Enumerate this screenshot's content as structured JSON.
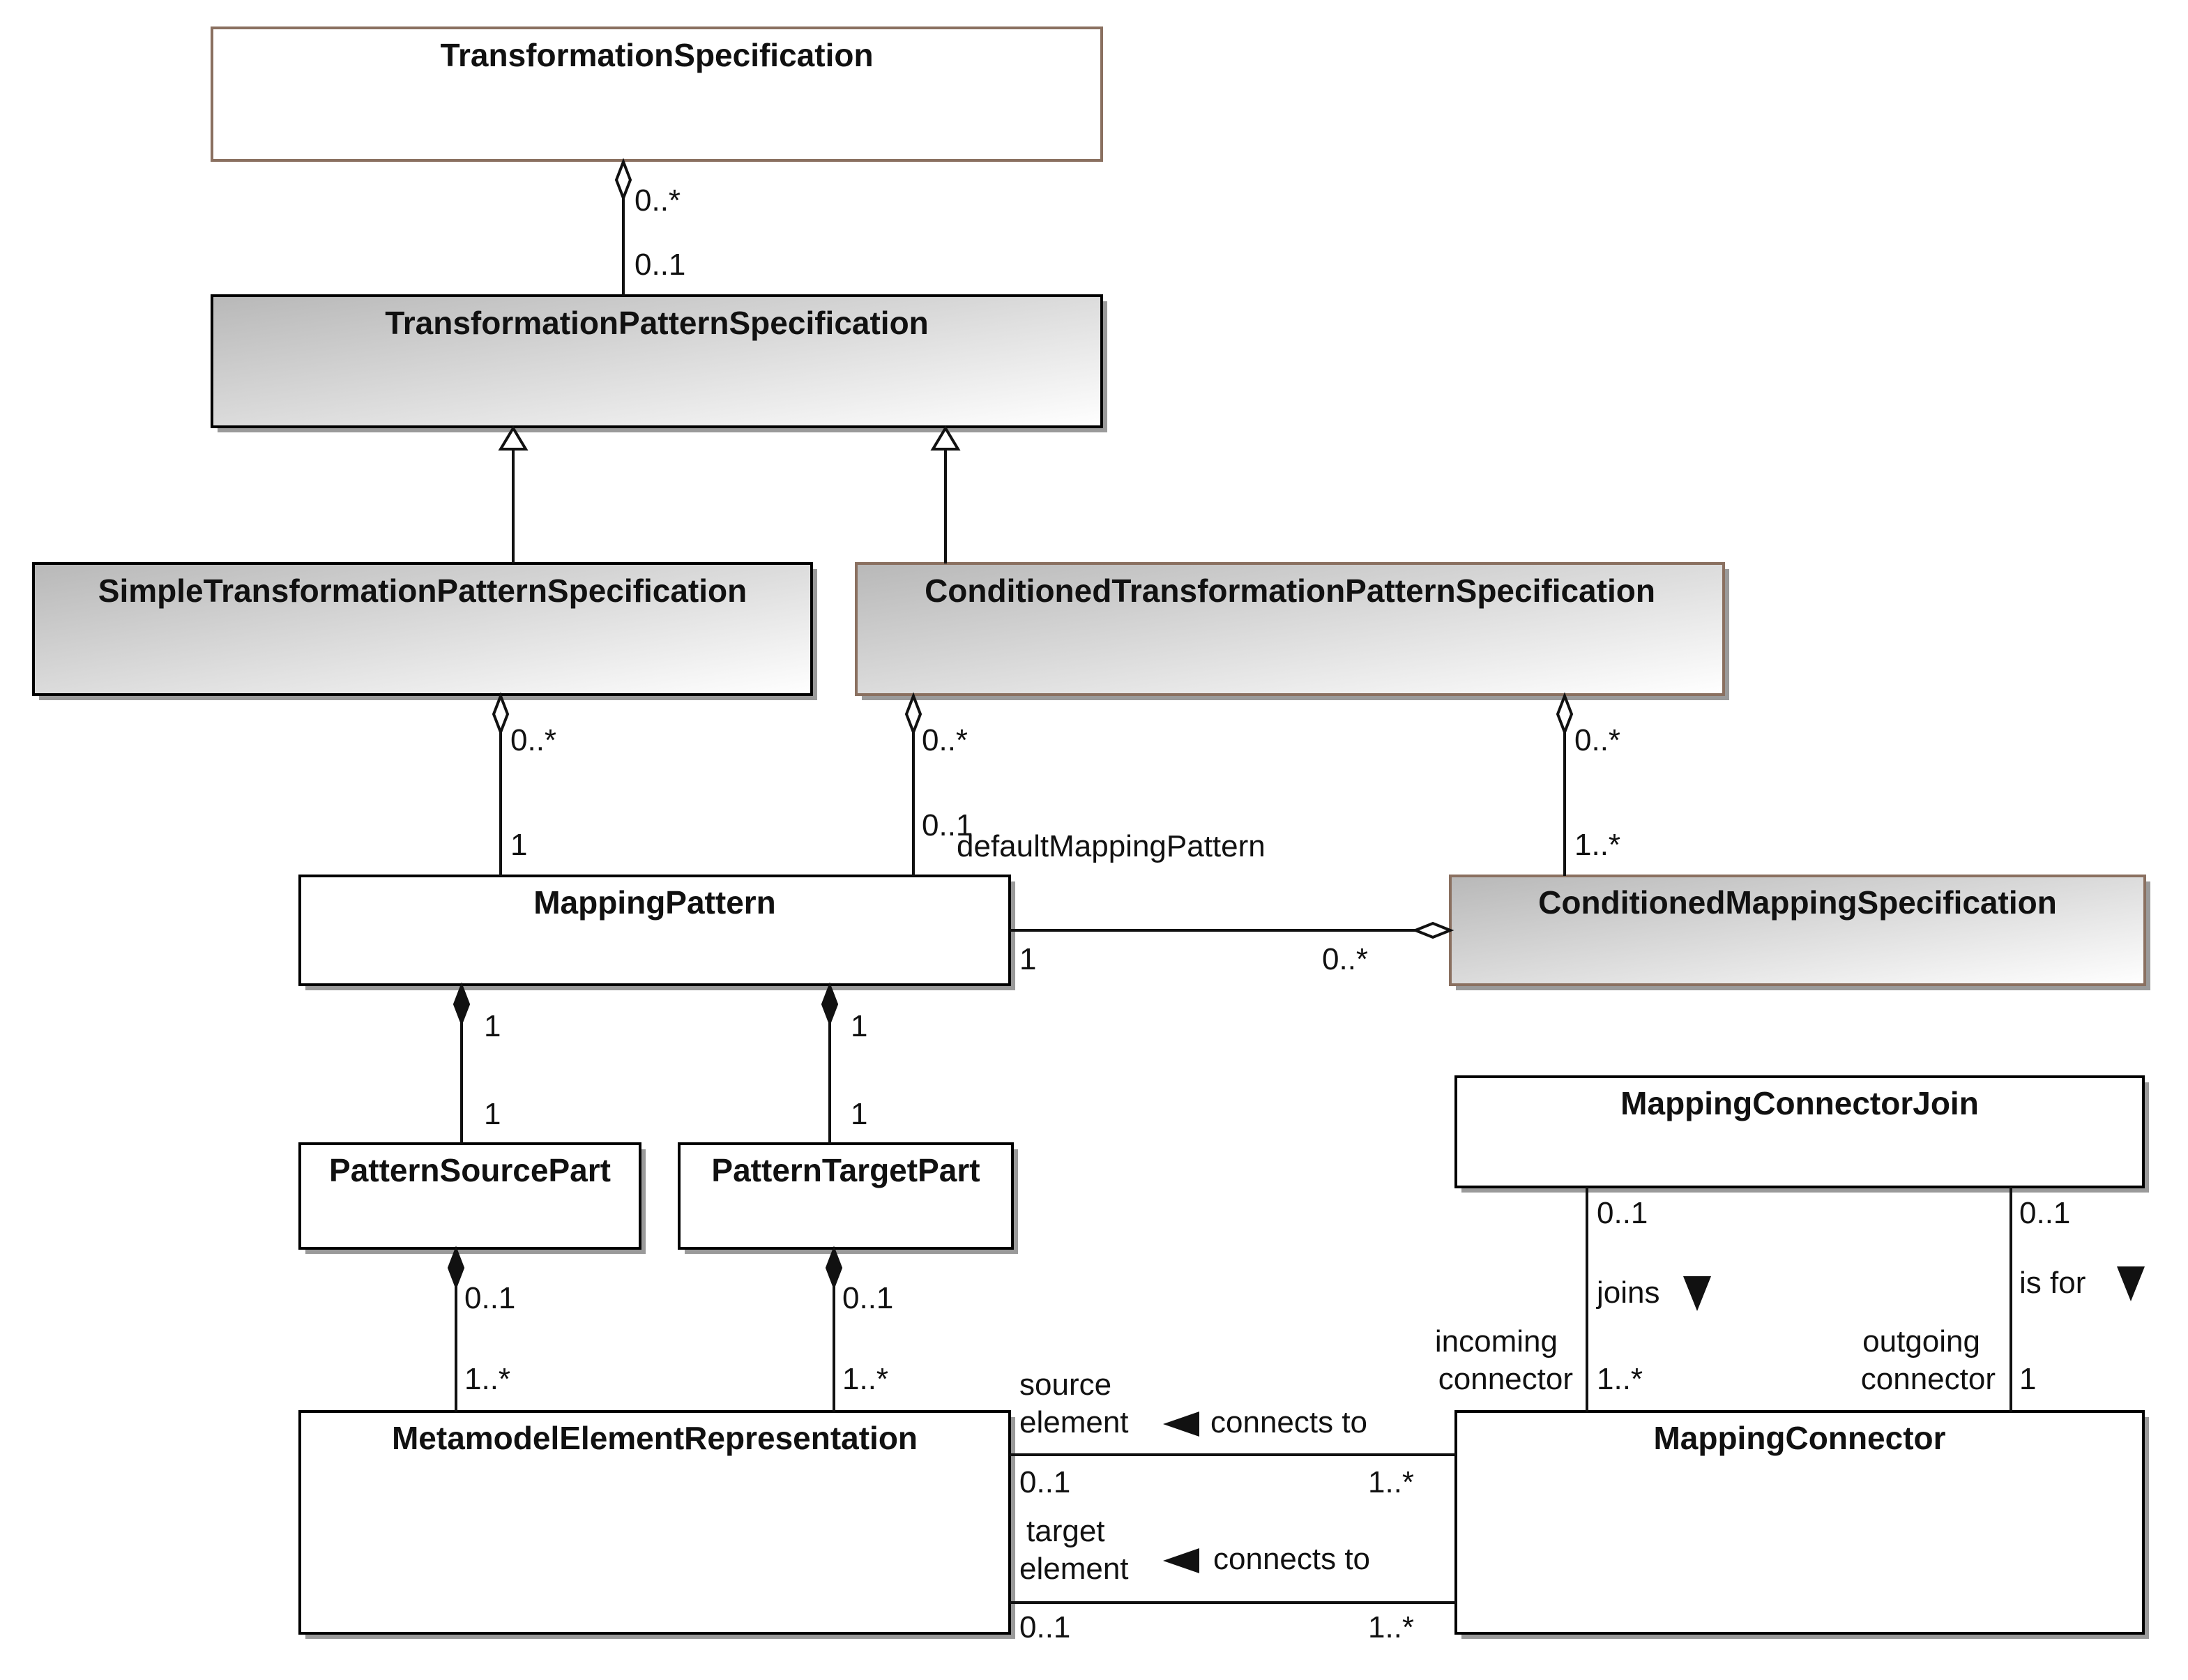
{
  "diagram": {
    "type": "uml-class-diagram",
    "colors": {
      "plain_fill": "#ffffff",
      "gradient_dark": "#b8b8b8",
      "gradient_light": "#ffffff",
      "brown_border": "#8a7060",
      "black_border": "#000000",
      "shadow": "#9a9a9a"
    },
    "classes": {
      "transformation_specification": {
        "name": "TransformationSpecification"
      },
      "transformation_pattern_specification": {
        "name": "TransformationPatternSpecification"
      },
      "simple_transformation_pattern_specification": {
        "name": "SimpleTransformationPatternSpecification"
      },
      "conditioned_transformation_pattern_specification": {
        "name": "ConditionedTransformationPatternSpecification"
      },
      "mapping_pattern": {
        "name": "MappingPattern"
      },
      "conditioned_mapping_specification": {
        "name": "ConditionedMappingSpecification"
      },
      "pattern_source_part": {
        "name": "PatternSourcePart"
      },
      "pattern_target_part": {
        "name": "PatternTargetPart"
      },
      "mapping_connector_join": {
        "name": "MappingConnectorJoin"
      },
      "metamodel_element_representation": {
        "name": "MetamodelElementRepresentation"
      },
      "mapping_connector": {
        "name": "MappingConnector"
      }
    },
    "relations": {
      "ts_tps": {
        "kind": "aggregation",
        "whole_mult": "0..*",
        "part_mult": "0..1"
      },
      "stps_generalization": {
        "kind": "generalization"
      },
      "ctps_generalization": {
        "kind": "generalization"
      },
      "stps_mp": {
        "kind": "aggregation",
        "whole_mult": "0..*",
        "part_mult": "1"
      },
      "ctps_mp": {
        "kind": "aggregation",
        "whole_mult": "0..*",
        "part_mult": "0..1",
        "role": "defaultMappingPattern"
      },
      "ctps_cms": {
        "kind": "aggregation",
        "whole_mult": "0..*",
        "part_mult": "1..*"
      },
      "cms_mp": {
        "kind": "aggregation",
        "mp_mult": "1",
        "cms_mult": "0..*"
      },
      "mp_psp": {
        "kind": "composition",
        "whole_mult": "1",
        "part_mult": "1"
      },
      "mp_ptp": {
        "kind": "composition",
        "whole_mult": "1",
        "part_mult": "1"
      },
      "psp_mer": {
        "kind": "composition",
        "whole_mult": "0..1",
        "part_mult": "1..*"
      },
      "ptp_mer": {
        "kind": "composition",
        "whole_mult": "0..1",
        "part_mult": "1..*"
      },
      "source_connects": {
        "kind": "association",
        "name": "connects to",
        "role_line1": "source",
        "role_line2": "element",
        "mer_mult": "0..1",
        "mc_mult": "1..*"
      },
      "target_connects": {
        "kind": "association",
        "name": "connects to",
        "role_line1": "target",
        "role_line2": "element",
        "mer_mult": "0..1",
        "mc_mult": "1..*"
      },
      "joins": {
        "kind": "association",
        "name": "joins",
        "join_mult": "0..1",
        "role_line1": "incoming",
        "role_line2": "connector",
        "mc_mult": "1..*"
      },
      "is_for": {
        "kind": "association",
        "name": "is for",
        "join_mult": "0..1",
        "role_line1": "outgoing",
        "role_line2": "connector",
        "mc_mult": "1"
      }
    }
  }
}
